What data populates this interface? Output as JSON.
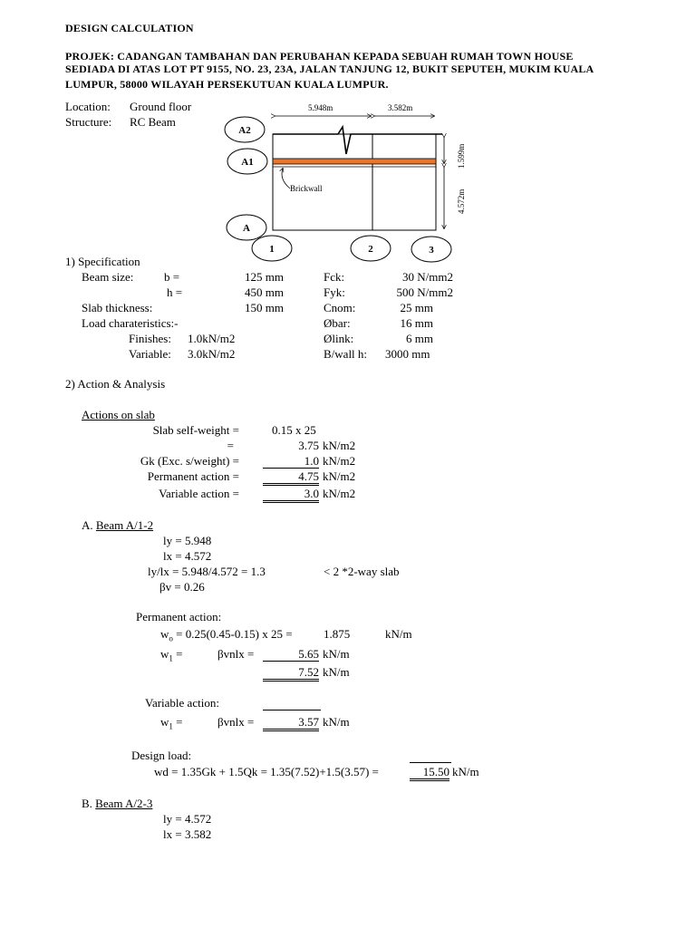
{
  "header": {
    "title": "DESIGN CALCULATION",
    "project_lines": [
      "PROJEK: CADANGAN TAMBAHAN DAN PERUBAHAN KEPADA SEBUAH RUMAH TOWN HOUSE",
      "SEDIADA DI ATAS LOT PT 9155, NO. 23, 23A, JALAN TANJUNG 12,  BUKIT SEPUTEH, MUKIM KUALA",
      "LUMPUR, 58000 WILAYAH PERSEKUTUAN KUALA LUMPUR."
    ]
  },
  "meta": {
    "location_label": "Location:",
    "location_value": "Ground floor",
    "structure_label": "Structure:",
    "structure_value": "RC Beam"
  },
  "diagram": {
    "dim_top_1": "5.948m",
    "dim_top_2": "3.582m",
    "dim_right_1": "1.599m",
    "dim_right_2": "4.572m",
    "brickwall_label": "Brickwall",
    "grid_rows": [
      "A2",
      "A1",
      "A"
    ],
    "grid_cols": [
      "1",
      "2",
      "3"
    ],
    "colors": {
      "brickwall": "#e8762c"
    }
  },
  "spec": {
    "heading": "1) Specification",
    "rows": [
      {
        "l1": "Beam size:",
        "l2": "b =",
        "v": "125 mm",
        "k": "Fck:",
        "kv": "30 N/mm2"
      },
      {
        "l1": "",
        "l2": "h =",
        "v": "450 mm",
        "k": "Fyk:",
        "kv": "500 N/mm2"
      },
      {
        "l1": "Slab thickness:",
        "l2": "",
        "v": "150 mm",
        "k": "Cnom:",
        "kv": "25 mm"
      },
      {
        "l1": "Load charateristics:-",
        "l2": "",
        "v": "",
        "k": "Øbar:",
        "kv": "16 mm"
      },
      {
        "l1": "Finishes:",
        "l2": "1.0kN/m2",
        "v": "",
        "k": "Ølink:",
        "kv": "6 mm"
      },
      {
        "l1": "Variable:",
        "l2": "3.0kN/m2",
        "v": "",
        "k": "B/wall h:",
        "kv": "3000 mm"
      }
    ]
  },
  "analysis": {
    "heading": "2) Action & Analysis",
    "slab_heading": "Actions on slab",
    "slab_rows": [
      {
        "label": "Slab self-weight =",
        "value": "0.15 x 25",
        "unit": ""
      },
      {
        "label": "=",
        "value": "3.75",
        "unit": "kN/m2"
      },
      {
        "label": "Gk (Exc. s/weight) =",
        "value": "1.0",
        "unit": "kN/m2"
      },
      {
        "label": "Permanent action =",
        "value": "4.75",
        "unit": "kN/m2"
      },
      {
        "label": "Variable action =",
        "value": "3.0",
        "unit": "kN/m2"
      }
    ]
  },
  "beam_a": {
    "prefix": "A. ",
    "title": "Beam A/1-2",
    "ly": "ly = 5.948",
    "lx": "lx = 4.572",
    "ratio": "ly/lx = 5.948/4.572 = 1.3",
    "ratio_note": "< 2 *2-way slab",
    "bv": "βv = 0.26",
    "perm_heading": "Permanent action:",
    "w0_label": "w",
    "w0_sub": "o",
    "w0_expr": " = 0.25(0.45-0.15) x 25 =",
    "w0_value": "1.875",
    "w0_unit": "kN/m",
    "w1_label": "w",
    "w1_sub": "1",
    "w1_eq": " =",
    "w1_expr": "βvnlx =",
    "w1_value": "5.65",
    "w1_unit": "kN/m",
    "perm_total": "7.52",
    "perm_total_unit": "kN/m",
    "var_heading": "Variable action:",
    "vw1_label": "w",
    "vw1_sub": "1",
    "vw1_eq": " =",
    "vw1_expr": "βvnlx =",
    "vw1_value": "3.57",
    "vw1_unit": "kN/m",
    "design_heading": "Design load:",
    "design_expr": "wd =  1.35Gk + 1.5Qk = 1.35(7.52)+1.5(3.57) =",
    "design_value": "15.50",
    "design_unit": "kN/m"
  },
  "beam_b": {
    "prefix": "B. ",
    "title": "Beam A/2-3",
    "ly": "ly = 4.572",
    "lx": "lx = 3.582"
  }
}
